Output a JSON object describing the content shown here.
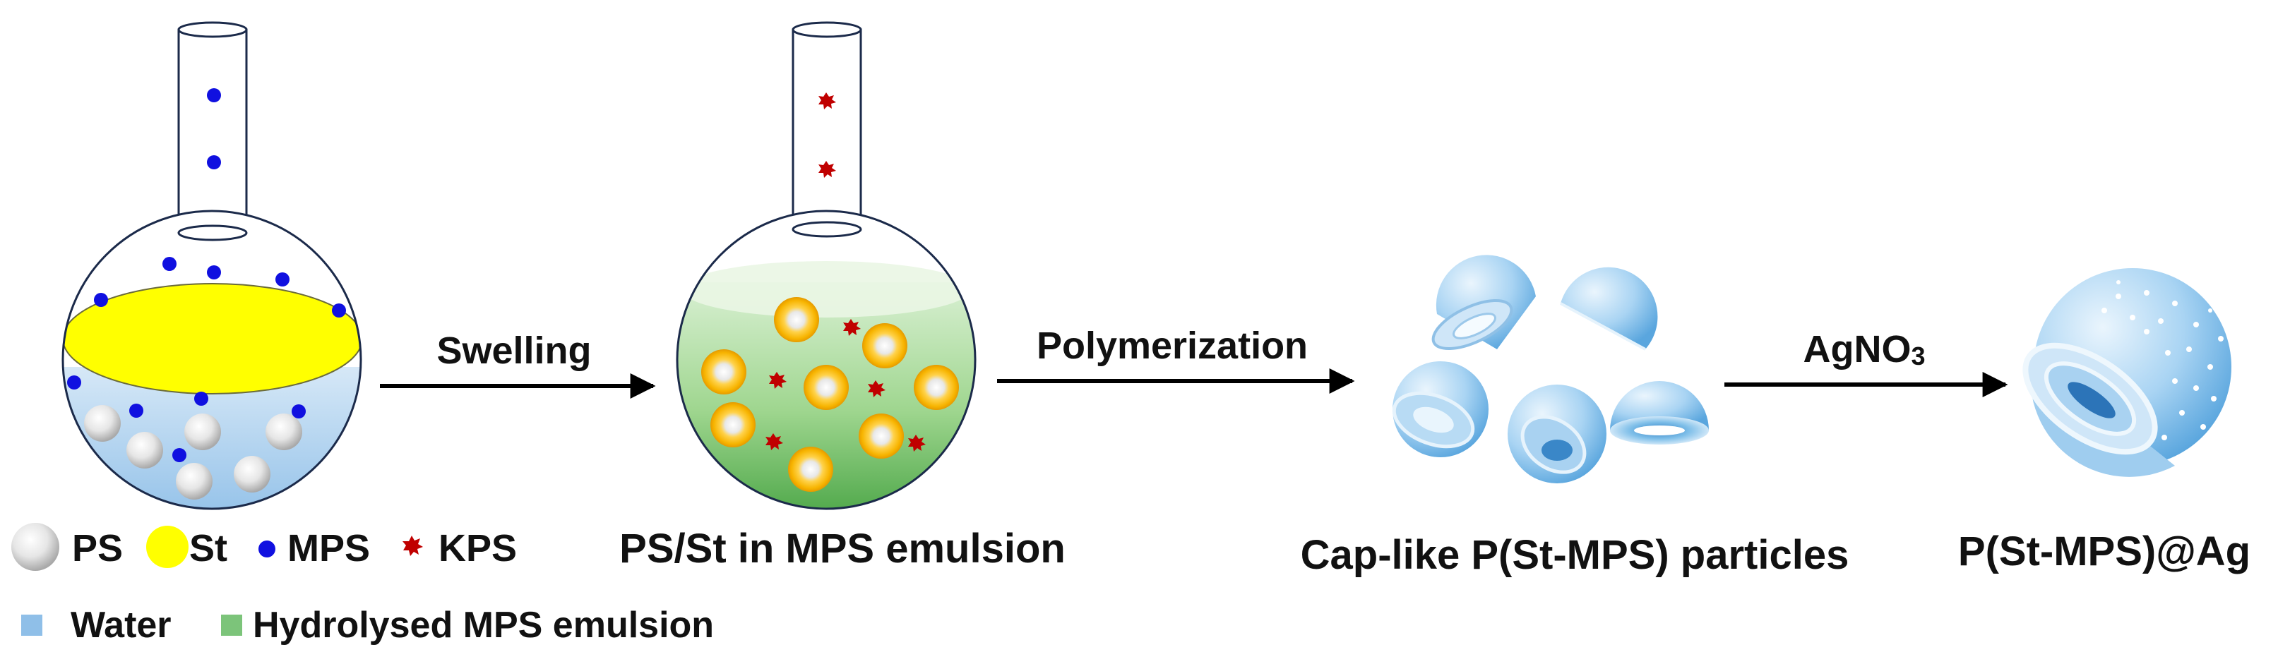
{
  "steps": {
    "swelling": "Swelling",
    "polymerization": "Polymerization",
    "agno3_prefix": "AgNO",
    "agno3_sub": "3"
  },
  "captions": {
    "flask2": "PS/St in MPS emulsion",
    "particles": "Cap-like P(St-MPS) particles",
    "product": "P(St-MPS)@Ag"
  },
  "legend": {
    "ps": "PS",
    "st": "St",
    "mps": "MPS",
    "kps": "KPS",
    "water": "Water",
    "hydrolysed": "Hydrolysed MPS emulsion"
  },
  "colors": {
    "ps_sphere": "#d8d8d8",
    "st_layer": "#ffff00",
    "mps_dot": "#1010e0",
    "kps_star": "#c00000",
    "water": "#8fbfe8",
    "hydrolysed_emulsion": "#7cc47a",
    "arrow": "#000000",
    "cap": "#6fb6ea"
  }
}
